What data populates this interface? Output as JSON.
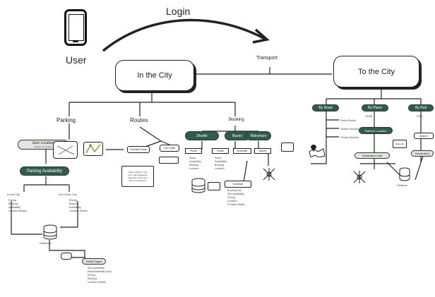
{
  "top": {
    "user_label": "User",
    "login_label": "Login",
    "transport_label": "Transport"
  },
  "main": {
    "in_city": "In the City",
    "to_city": "To the City"
  },
  "in_city": {
    "parking": "Parking",
    "routes": "Routes",
    "booking": "Booking",
    "parking_items": {
      "user_location": "User Location",
      "user_location_sub": "Search for location",
      "parking_availability": "Parking Availability",
      "in_the_city": "In the City",
      "out_of_city": "Out of the City",
      "in_city_list": [
        "Pricing",
        "Booking",
        "Availability",
        "Location Details"
      ],
      "out_city_list": [
        "Pricing",
        "Booking",
        "Availability",
        "Location Details"
      ],
      "database": "Database",
      "detail_pages": "Detail Pages",
      "detail_list": [
        "Slot Availability",
        "Real Availability (live)",
        "Pricing",
        "Booking",
        "Location Details"
      ]
    },
    "routes_items": {
      "route_node": "Shortest Route",
      "route_node2": "Live Traffic",
      "route_info": [
        "Shows traffic in real",
        "time, with suggested",
        "alternate routes and",
        "ETA to destination"
      ]
    },
    "booking_items": {
      "shuttle": "Shuttle",
      "buses": "Buses",
      "rideshare": "Rideshare",
      "route": "Route",
      "stops": "Stops",
      "schedule": "Schedule",
      "search": "Search",
      "shuttle_route": "Route",
      "buses_route": "Route",
      "shuttle_list": [
        "Stops",
        "Availability",
        "Booking",
        "Location"
      ],
      "buses_list": [
        "Stops",
        "Availability",
        "Booking",
        "Location"
      ],
      "schedule_list": [
        "Booking Info",
        "Slot availability",
        "Pricing",
        "Location",
        "Provider details"
      ]
    }
  },
  "to_city": {
    "by_road": "By Road",
    "by_plane": "By Plane",
    "by_rail": "By Rail",
    "road_list": [
      "Public Routes",
      "Shuttle Services",
      "Private Services"
    ],
    "plane_code": "BOM",
    "platform_location": "Platform Location",
    "destination_hub": "Destination Hub",
    "airport": "Airport",
    "destination": "Destination",
    "rail_code": "PNQ",
    "gate_hint": "Gate info",
    "database": "Database"
  },
  "colors": {
    "ink": "#222222",
    "pill_fill": "#dfe7df",
    "pill_dark": "#2f5d4a"
  }
}
